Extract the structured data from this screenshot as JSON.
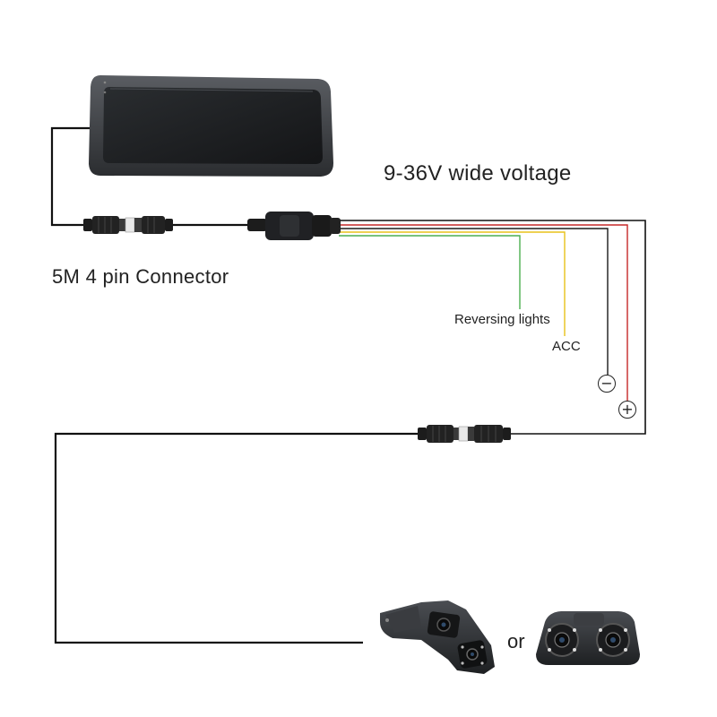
{
  "labels": {
    "voltage": "9-36V wide voltage",
    "connector": "5M 4 pin Connector",
    "reversing": "Reversing lights",
    "acc": "ACC",
    "negative": "−",
    "positive": "+",
    "or": "or"
  },
  "wire_colors": {
    "main_cable": "#111111",
    "ground": "#1a1a1a",
    "power": "#c62828",
    "acc": "#e8c21a",
    "reversing": "#4caf50"
  },
  "icons": [
    "monitor-icon",
    "connector-icon",
    "splitter-box-icon",
    "camera-icon"
  ]
}
